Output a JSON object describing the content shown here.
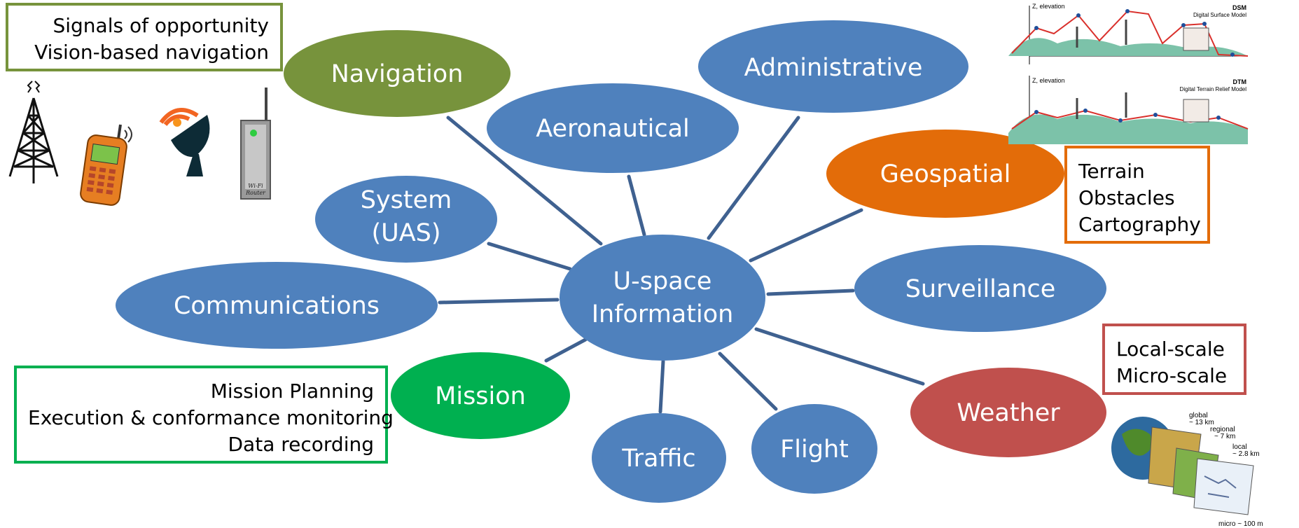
{
  "diagram": {
    "center": {
      "line1": "U-space",
      "line2": "Information"
    },
    "nodes": {
      "navigation": "Navigation",
      "administrative": "Administrative",
      "aeronautical": "Aeronautical",
      "geospatial": "Geospatial",
      "system_line1": "System",
      "system_line2": "(UAS)",
      "surveillance": "Surveillance",
      "communications": "Communications",
      "mission": "Mission",
      "weather": "Weather",
      "traffic": "Traffic",
      "flight": "Flight"
    },
    "callouts": {
      "navigation": [
        "Signals of opportunity",
        "Vision-based navigation"
      ],
      "geospatial": [
        "Terrain",
        "Obstacles",
        "Cartography"
      ],
      "weather": [
        "Local-scale",
        "Micro-scale"
      ],
      "mission": [
        "Mission Planning",
        "Execution & conformance monitoring",
        "Data recording"
      ]
    },
    "dsm_figure": {
      "axis_top": "Z, elevation",
      "title_top": "DSM",
      "subtitle_top": "Digital Surface Model",
      "axis_bottom": "Z, elevation",
      "title_bottom": "DTM",
      "subtitle_bottom": "Digital Terrain Relief Model"
    },
    "weather_figure": {
      "global": "global",
      "global_res": "~ 13 km",
      "regional": "regional",
      "regional_res": "~ 7 km",
      "local": "local",
      "local_res": "~ 2.8 km",
      "micro": "micro ~ 100 m"
    },
    "icons": [
      "radio-tower-icon",
      "mobile-phone-icon",
      "satellite-dish-icon",
      "wifi-router-icon"
    ],
    "router_label_1": "Wi-Fi",
    "router_label_2": "Router",
    "colors": {
      "blue_node": "#4f81bd",
      "navigation": "#77933c",
      "geospatial": "#e36c09",
      "mission": "#00b050",
      "weather": "#c0504d",
      "connector": "#3f6190"
    }
  }
}
